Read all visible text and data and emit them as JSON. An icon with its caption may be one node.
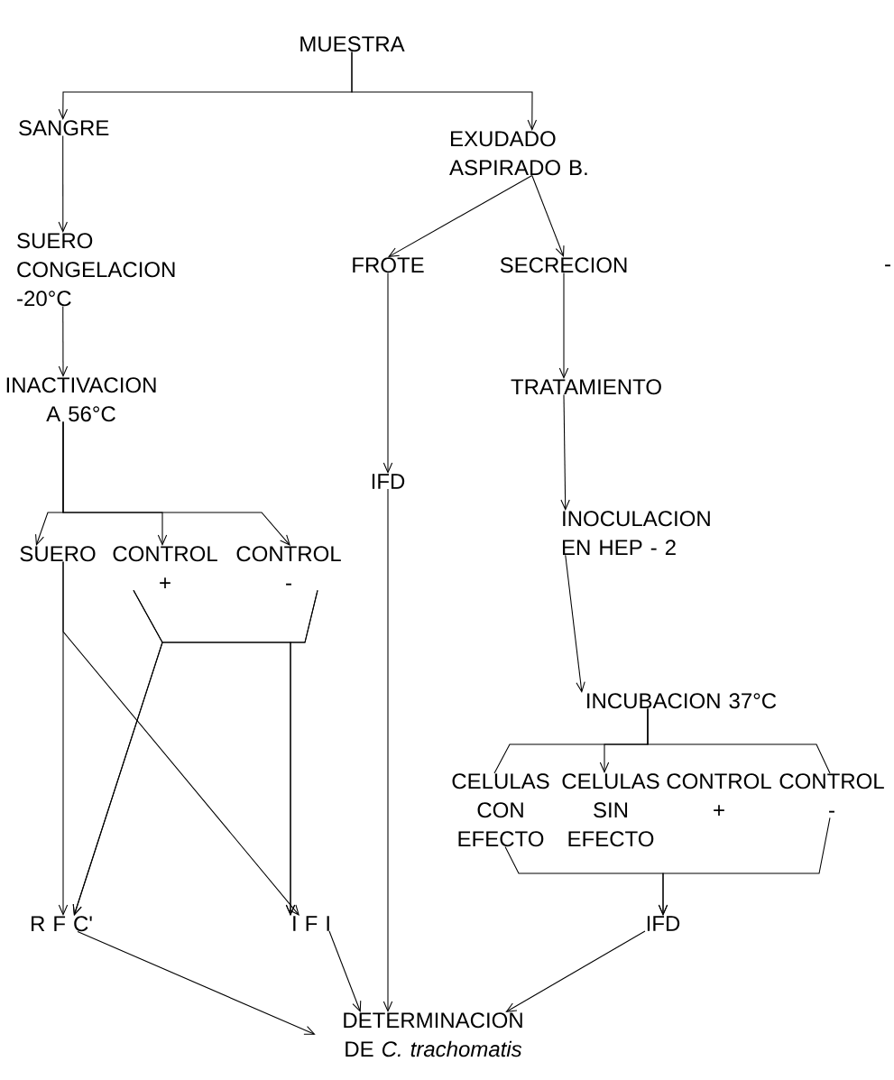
{
  "diagram": {
    "nodes": [
      {
        "text": [
          "MUESTRA"
        ]
      },
      {
        "text": [
          "SANGRE"
        ]
      },
      {
        "text": [
          "EXUDADO ASPIRADO B."
        ]
      },
      {
        "text": [
          "SUERO CONGELACION -20°C"
        ]
      },
      {
        "text": [
          "FROTE"
        ]
      },
      {
        "text": [
          "SECRECION"
        ]
      },
      {
        "text": [
          "INACTIVACION A 56°C"
        ]
      },
      {
        "text": [
          "TRATAMIENTO"
        ]
      },
      {
        "text": [
          "IFD"
        ]
      },
      {
        "text": [
          "INOCULACION EN HEP - 2"
        ]
      },
      {
        "text": [
          "SUERO"
        ]
      },
      {
        "text": [
          "CONTROL +"
        ]
      },
      {
        "text": [
          "CONTROL -"
        ]
      },
      {
        "text": [
          "INCUBACION 37°C"
        ]
      },
      {
        "text": [
          "CELULAS CON EFECTO"
        ]
      },
      {
        "text": [
          "CELULAS SIN EFECTO"
        ]
      },
      {
        "text": [
          "CONTROL +"
        ]
      },
      {
        "text": [
          "CONTROL -"
        ]
      },
      {
        "text": [
          "R F C'"
        ]
      },
      {
        "text": [
          "I F I"
        ]
      },
      {
        "text": [
          "IFD"
        ]
      },
      {
        "text": [
          "DETERMINACION DE *C. trachomatis*"
        ]
      }
    ],
    "edges": [
      {
        "from": 0,
        "to": 1,
        "arrow": "to"
      },
      {
        "from": 0,
        "to": 2,
        "arrow": "to"
      },
      {
        "from": 1,
        "to": 3,
        "arrow": "to"
      },
      {
        "from": 3,
        "to": 6,
        "arrow": "to"
      },
      {
        "from": 2,
        "to": 4,
        "arrow": "to"
      },
      {
        "from": 2,
        "to": 5,
        "arrow": "to"
      },
      {
        "from": 4,
        "to": 8,
        "arrow": "to"
      },
      {
        "from": 5,
        "to": 7,
        "arrow": "to"
      },
      {
        "from": 7,
        "to": 9,
        "arrow": "to"
      },
      {
        "from": 9,
        "to": 13,
        "arrow": "to"
      },
      {
        "from": 6,
        "to": 10,
        "arrow": "to"
      },
      {
        "from": 6,
        "to": 11,
        "arrow": "to"
      },
      {
        "from": 6,
        "to": 12,
        "arrow": "to"
      },
      {
        "from": 10,
        "to": 18,
        "arrow": "to"
      },
      {
        "from": 10,
        "to": 19,
        "arrow": "to"
      },
      {
        "from": 11,
        "to": 18,
        "arrow": "to"
      },
      {
        "from": 11,
        "to": 19,
        "arrow": "to"
      },
      {
        "from": 12,
        "to": 18,
        "arrow": "to"
      },
      {
        "from": 12,
        "to": 19,
        "arrow": "to"
      },
      {
        "from": 13,
        "to": 14,
        "arrow": "none"
      },
      {
        "from": 13,
        "to": 15,
        "arrow": "to"
      },
      {
        "from": 13,
        "to": 17,
        "arrow": "none"
      },
      {
        "from": 14,
        "to": 20,
        "arrow": "to"
      },
      {
        "from": 17,
        "to": 20,
        "arrow": "to"
      },
      {
        "from": 18,
        "to": 21,
        "arrow": "to"
      },
      {
        "from": 19,
        "to": 21,
        "arrow": "to"
      },
      {
        "from": 8,
        "to": 21,
        "arrow": "to"
      },
      {
        "from": 20,
        "to": 21,
        "arrow": "to"
      }
    ],
    "labels": [
      "-"
    ]
  }
}
